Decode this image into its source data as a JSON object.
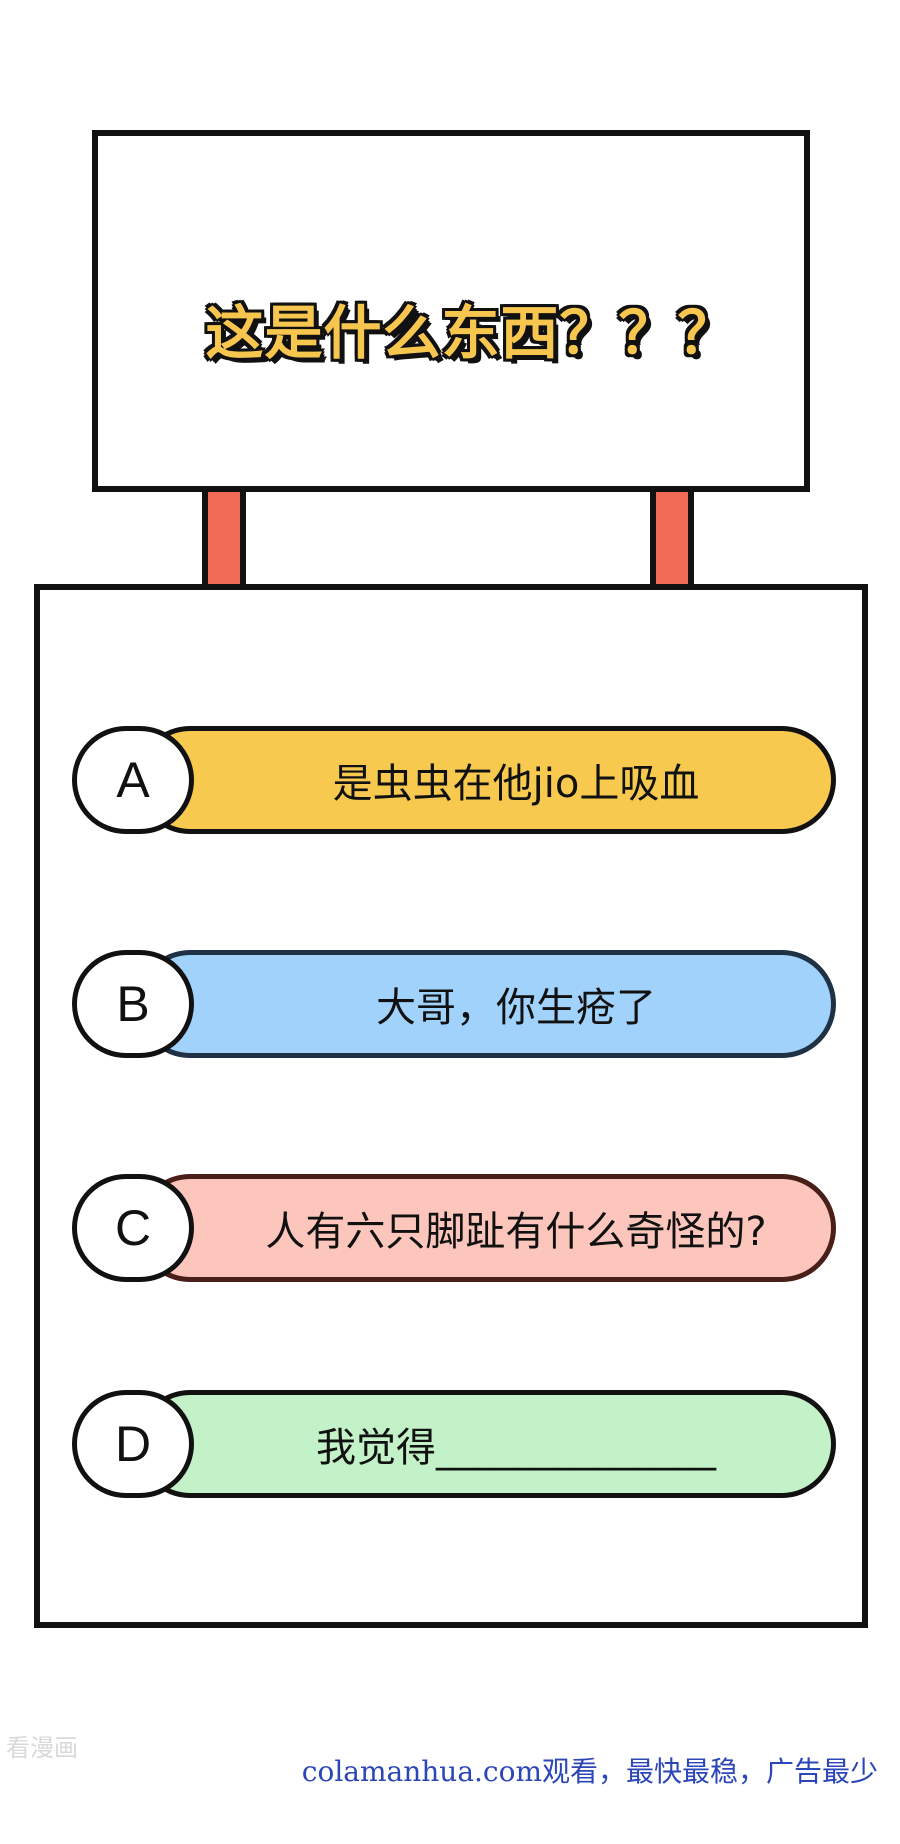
{
  "sign": {
    "title": "这是什么东西？？？",
    "title_color": "#f7c64f",
    "post_color": "#f06a55"
  },
  "options": [
    {
      "letter": "A",
      "text": "是虫虫在他jio上吸血",
      "color": "#f7c94f"
    },
    {
      "letter": "B",
      "text": "大哥，你生疮了",
      "color": "#a0d2fb"
    },
    {
      "letter": "C",
      "text": "人有六只脚趾有什么奇怪的?",
      "color": "#fcc6bc"
    },
    {
      "letter": "D",
      "text": "我觉得______________",
      "color": "#c4f2c8"
    }
  ],
  "watermarks": {
    "left": "看漫画",
    "right": "colamanhua.com观看，最快最稳，广告最少"
  }
}
